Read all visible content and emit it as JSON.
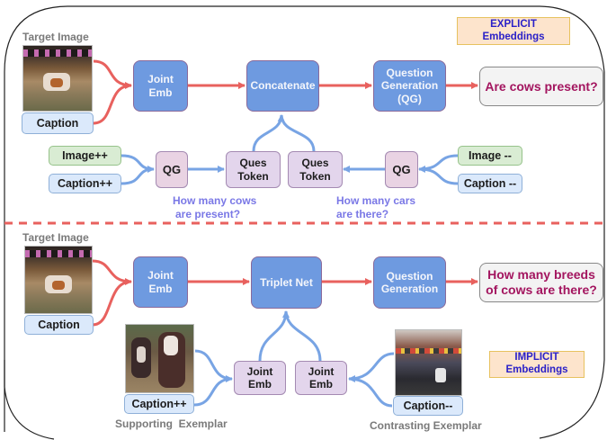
{
  "explicit": {
    "tag": [
      "EXPLICIT",
      "Embeddings"
    ],
    "target_label": "Target Image",
    "caption": "Caption",
    "joint_emb": [
      "Joint",
      "Emb"
    ],
    "concatenate": "Concatenate",
    "qg": [
      "Question",
      "Generation",
      "(QG)"
    ],
    "answer": "Are cows present?",
    "image_pp": "Image++",
    "caption_pp": "Caption++",
    "qg_left": "QG",
    "ques_token_1": [
      "Ques",
      "Token"
    ],
    "ques_token_2": [
      "Ques",
      "Token"
    ],
    "qg_right": "QG",
    "image_mm": "Image --",
    "caption_mm": "Caption --",
    "question_left": [
      "How many cows",
      "are present?"
    ],
    "question_right": [
      "How many cars",
      "are there?"
    ]
  },
  "implicit": {
    "tag": [
      "IMPLICIT",
      "Embeddings"
    ],
    "target_label": "Target Image",
    "caption": "Caption",
    "joint_emb": [
      "Joint",
      "Emb"
    ],
    "triplet_net": "Triplet Net",
    "qg": [
      "Question",
      "Generation"
    ],
    "answer": [
      "How many breeds",
      "of cows are there?"
    ],
    "support_caption": "Caption++",
    "support_label": "Supporting  Exemplar",
    "joint_emb_support": [
      "Joint",
      "Emb"
    ],
    "joint_emb_contrast": [
      "Joint",
      "Emb"
    ],
    "contrast_caption": "Caption--",
    "contrast_label": "Contrasting Exemplar"
  },
  "colors": {
    "red_arrow": "#e8615e",
    "blue_arrow": "#78a4e4",
    "answer_text": "#a3155f",
    "tag_text": "#2a20c8"
  }
}
